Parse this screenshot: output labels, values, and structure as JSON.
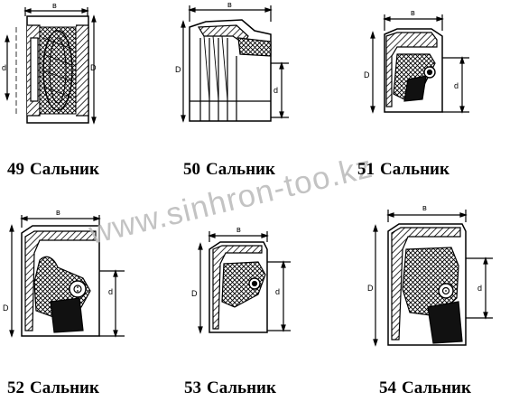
{
  "watermark": "www.sinhron-too.kz",
  "dimension_labels": {
    "bore": "d",
    "outer": "D",
    "width": "в"
  },
  "seals": [
    {
      "number": "49",
      "name": "Сальник"
    },
    {
      "number": "50",
      "name": "Сальник"
    },
    {
      "number": "51",
      "name": "Сальник"
    },
    {
      "number": "52",
      "name": "Сальник"
    },
    {
      "number": "53",
      "name": "Сальник"
    },
    {
      "number": "54",
      "name": "Сальник"
    }
  ]
}
